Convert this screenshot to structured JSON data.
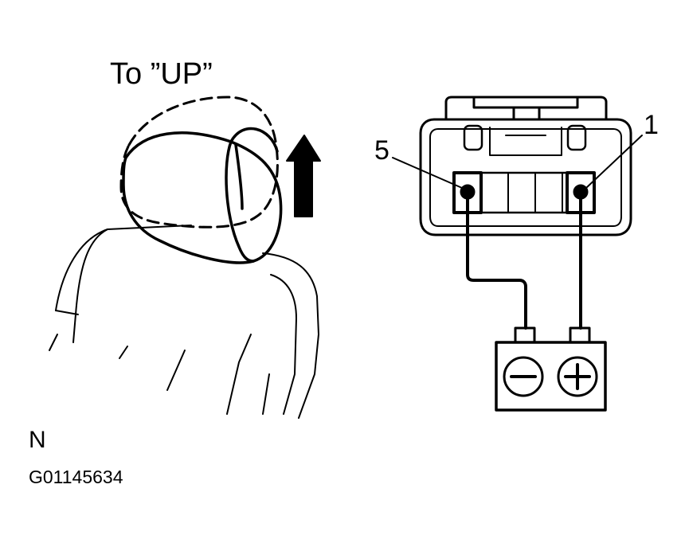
{
  "labels": {
    "instruction": "To ”UP”",
    "terminal_left": "5",
    "terminal_right": "1",
    "corner_mark": "N",
    "figure_code": "G01145634"
  },
  "battery": {
    "left_symbol": "minus",
    "right_symbol": "plus"
  },
  "colors": {
    "ink": "#000000",
    "background": "#ffffff"
  }
}
